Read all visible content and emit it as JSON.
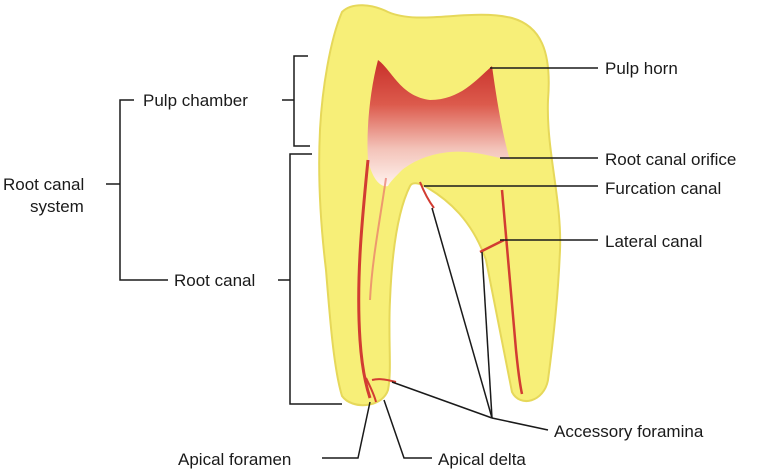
{
  "labels": {
    "pulp_horn": "Pulp horn",
    "root_canal_orifice": "Root canal orifice",
    "furcation_canal": "Furcation canal",
    "lateral_canal": "Lateral canal",
    "accessory_foramina": "Accessory foramina",
    "apical_foramen": "Apical foramen",
    "apical_delta": "Apical delta",
    "pulp_chamber": "Pulp chamber",
    "root_canal": "Root canal",
    "root_canal_system_line1": "Root canal",
    "root_canal_system_line2": "system"
  },
  "colors": {
    "tooth": "#f7ef78",
    "tooth_edge": "#e6d85a",
    "pulp": "#d23c32",
    "pulp_light": "#f6c9c2",
    "line": "#1a1a1a"
  }
}
